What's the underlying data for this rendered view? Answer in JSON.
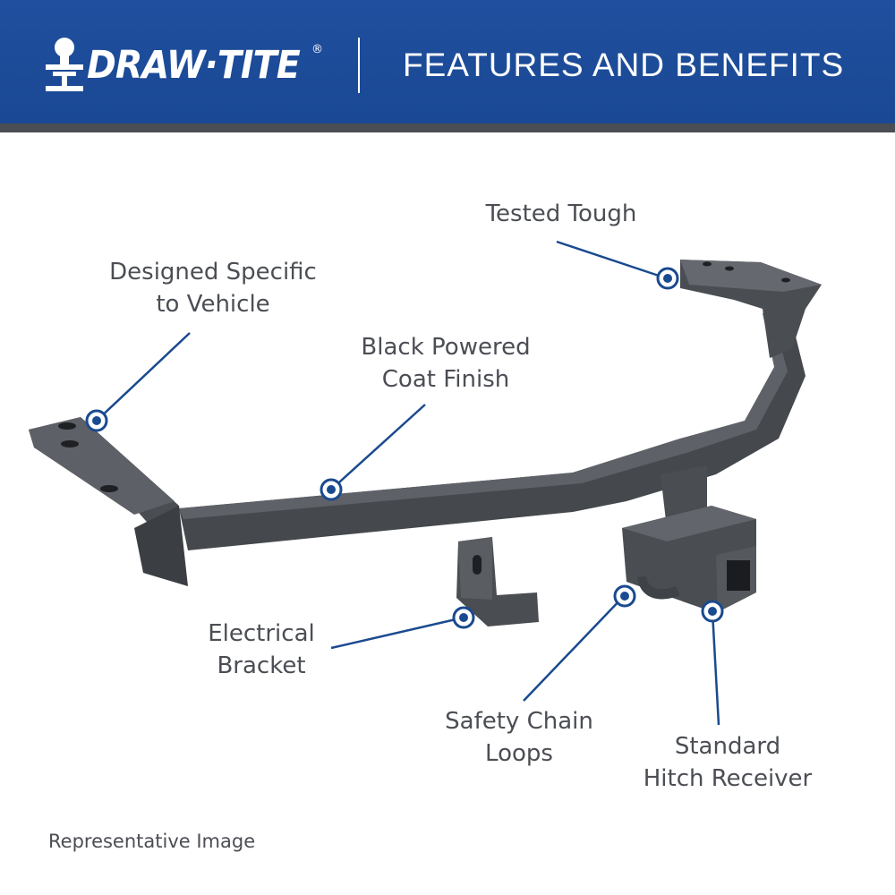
{
  "header": {
    "brand": "DRAW·TITE",
    "registered_mark": "®",
    "title": "FEATURES AND BENEFITS"
  },
  "callouts": [
    {
      "id": "tested-tough",
      "lines": [
        "Tested Tough"
      ]
    },
    {
      "id": "designed-specific",
      "lines": [
        "Designed Specific",
        "to Vehicle"
      ]
    },
    {
      "id": "black-powder-coat",
      "lines": [
        "Black Powered",
        "Coat Finish"
      ]
    },
    {
      "id": "electrical-bracket",
      "lines": [
        "Electrical",
        "Bracket"
      ]
    },
    {
      "id": "safety-chain",
      "lines": [
        "Safety Chain",
        "Loops"
      ]
    },
    {
      "id": "hitch-receiver",
      "lines": [
        "Standard",
        "Hitch Receiver"
      ]
    }
  ],
  "caption": "Representative Image",
  "colors": {
    "header_blue": "#1d4c9a",
    "callout_blue": "#1a4a8f",
    "text_gray": "#4b4e54",
    "hitch_dark": "#3f4246"
  },
  "icons": {
    "logo": "hitch-ball-icon",
    "callout_marker": "target-dot-icon"
  }
}
